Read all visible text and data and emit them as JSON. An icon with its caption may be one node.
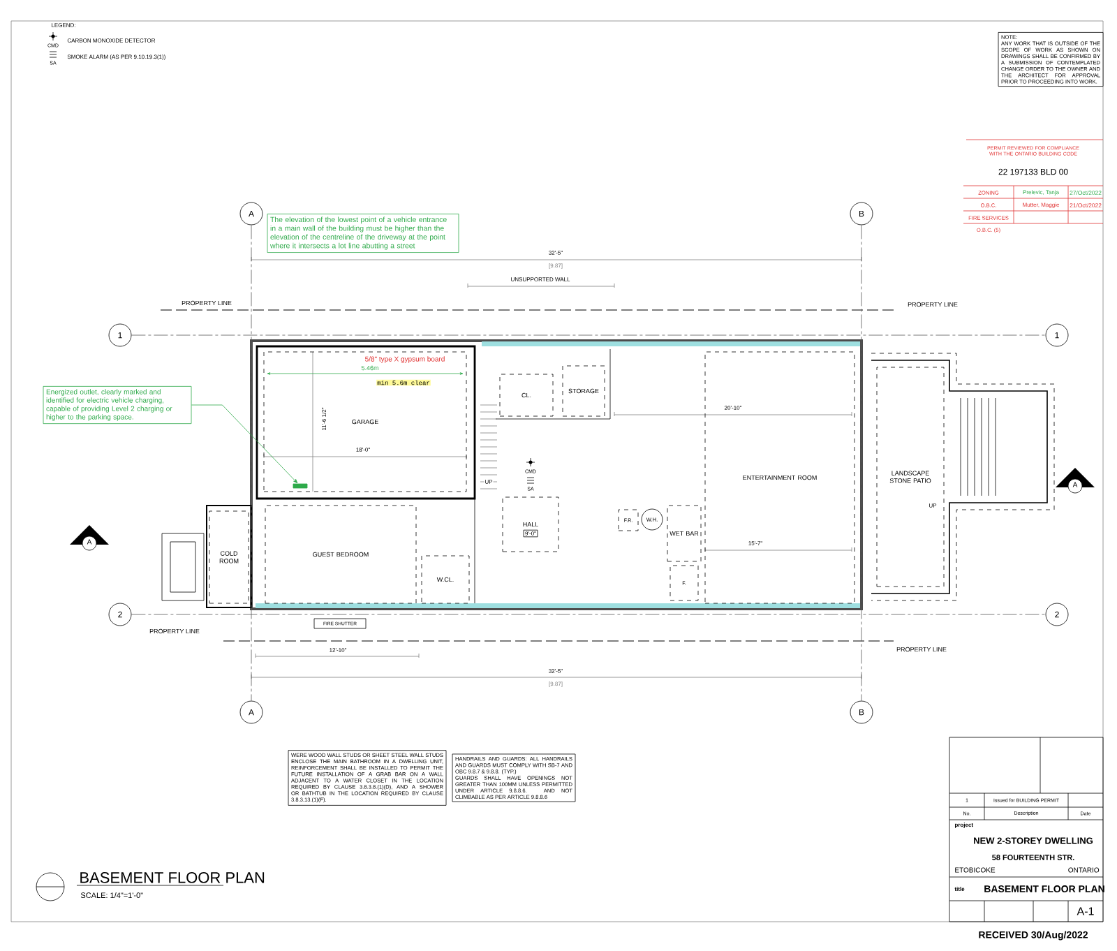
{
  "diagram": {
    "title": "BASEMENT FLOOR PLAN",
    "caption": "SCALE: 1/4\"=1'-0\"",
    "nodes": [
      {
        "text": [
          "A"
        ]
      },
      {
        "text": [
          "B"
        ]
      },
      {
        "text": [
          "1"
        ]
      },
      {
        "text": [
          "1"
        ]
      },
      {
        "text": [
          "2"
        ]
      },
      {
        "text": [
          "2"
        ]
      },
      {
        "text": [
          "A"
        ]
      },
      {
        "text": [
          "B"
        ]
      },
      {
        "text": [
          "The elevation of the lowest point of a vehicle entrance in a main wall of the building must be higher than the elevation of the centreline of the driveway at the point where it intersects a lot line abutting a street"
        ]
      },
      {
        "text": [
          "Energized outlet, clearly marked and identified for electric vehicle charging, capable of providing Level 2 charging or higher to the parking space."
        ]
      },
      {
        "text": [
          "GARAGE"
        ]
      },
      {
        "text": [
          "CL."
        ]
      },
      {
        "text": [
          "STORAGE"
        ]
      },
      {
        "text": [
          "HALL"
        ]
      },
      {
        "text": [
          "F.R."
        ]
      },
      {
        "text": [
          "W.H."
        ]
      },
      {
        "text": [
          "WET BAR"
        ]
      },
      {
        "text": [
          "F."
        ]
      },
      {
        "text": [
          "ENTERTAINMENT ROOM"
        ]
      },
      {
        "text": [
          "COLD ROOM"
        ]
      },
      {
        "text": [
          "GUEST BEDROOM"
        ]
      },
      {
        "text": [
          "W.CL."
        ]
      },
      {
        "text": [
          "LANDSCAPE STONE PATIO"
        ]
      },
      {
        "text": [],
        "shape": "box",
        "in": 10
      },
      {
        "text": [
          "NOTE:",
          "ANY WORK THAT IS OUTSIDE OF THE SCOPE OF WORK AS SHOWN ON DRAWINGS SHALL BE CONFIRMED BY A SUBMISSION OF CONTEMPLATED CHANGE ORDER TO THE OWNER AND THE ARCHITECT FOR APPROVAL PRIOR TO PROCEEDING INTO WORK."
        ]
      },
      {
        "text": [
          "WERE WOOD WALL STUDS OR SHEET STEEL WALL STUDS ENCLOSE THE MAIN BATHROOM IN A DWELLING UNIT, REINFORCEMENT SHALL BE INSTALLED TO PERMIT THE FUTURE INSTALLATION OF A GRAB BAR ON A WALL ADJACENT TO A WATER CLOSET IN THE LOCATION REQUIRED BY CLAUSE 3.8.3.8.(1)(D), AND A SHOWER OR BATHTUB IN THE LOCATION REQUIRED BY CLAUSE 3.8.3.13.(1)(F)."
        ]
      },
      {
        "text": [
          "HANDRAILS AND GUARDS: ALL HANDRAILS AND GUARDS MUST COMPLY WITH SB-7 AND OBC 9.8.7 & 9.8.8. (TYP.)",
          "GUARDS SHALL HAVE OPENINGS NOT GREATER THAN 100MM UNLESS PERMITTED UNDER ARTICLE 9.8.8.6. AND NOT CLIMBABLE AS PER ARTICLE 9.8.8.6"
        ]
      }
    ],
    "edges": [
      {
        "from": 0,
        "to": 6,
        "arrow": "none",
        "style": "dashed"
      },
      {
        "from": 1,
        "to": 7,
        "arrow": "none",
        "style": "dashed"
      },
      {
        "from": 2,
        "to": 3,
        "arrow": "none",
        "style": "dashed"
      },
      {
        "from": 4,
        "to": 5,
        "arrow": "none",
        "style": "dashed"
      },
      {
        "from": 9,
        "to": 23,
        "arrow": "to",
        "color": "#2eaa4a"
      }
    ],
    "labels": [
      "LEGEND:",
      "CMD",
      "SA",
      "PERMIT REVIEWED FOR COMPLIANCE WITH THE ONTARIO BUILDING CODE",
      "22 197133 BLD 00",
      "ZONING",
      "Prelevic, Tanja",
      "27/Oct/2022",
      "O.B.C.",
      "Mutter, Maggie",
      "21/Oct/2022",
      "FIRE SERVICES",
      "O.B.C. (5)",
      "32'-5\"",
      "[9.87]",
      "UNSUPPORTED WALL",
      "PROPERTY LINE",
      "PROPERTY LINE",
      "5/8\" type X gypsum board",
      "5.46m",
      "min 5.6m clear",
      "11'-6 1/2\"",
      "18'-0\"",
      "CMD",
      "SA",
      "UP",
      "9'-0\"",
      "20'-10\"",
      "15'-7\"",
      "UP",
      "A",
      "A",
      "FIRE SHUTTER",
      "PROPERTY LINE",
      "12'-10\"",
      "PROPERTY LINE",
      "32'-5\"",
      "[9.87]",
      "1",
      "Issued for BUILDING PERMIT",
      "No.",
      "Description",
      "Date",
      "project",
      "NEW 2-STOREY DWELLING",
      "58 FOURTEENTH STR.",
      "ETOBICOKE",
      "ONTARIO",
      "title",
      "BASEMENT FLOOR PLAN",
      "A-1",
      "RECEIVED 30/Aug/2022"
    ],
    "legend": [
      {
        "text": "CARBON MONOXIDE DETECTOR"
      },
      {
        "text": "SMOKE ALARM (AS PER 9.10.19.3(1))"
      }
    ]
  }
}
